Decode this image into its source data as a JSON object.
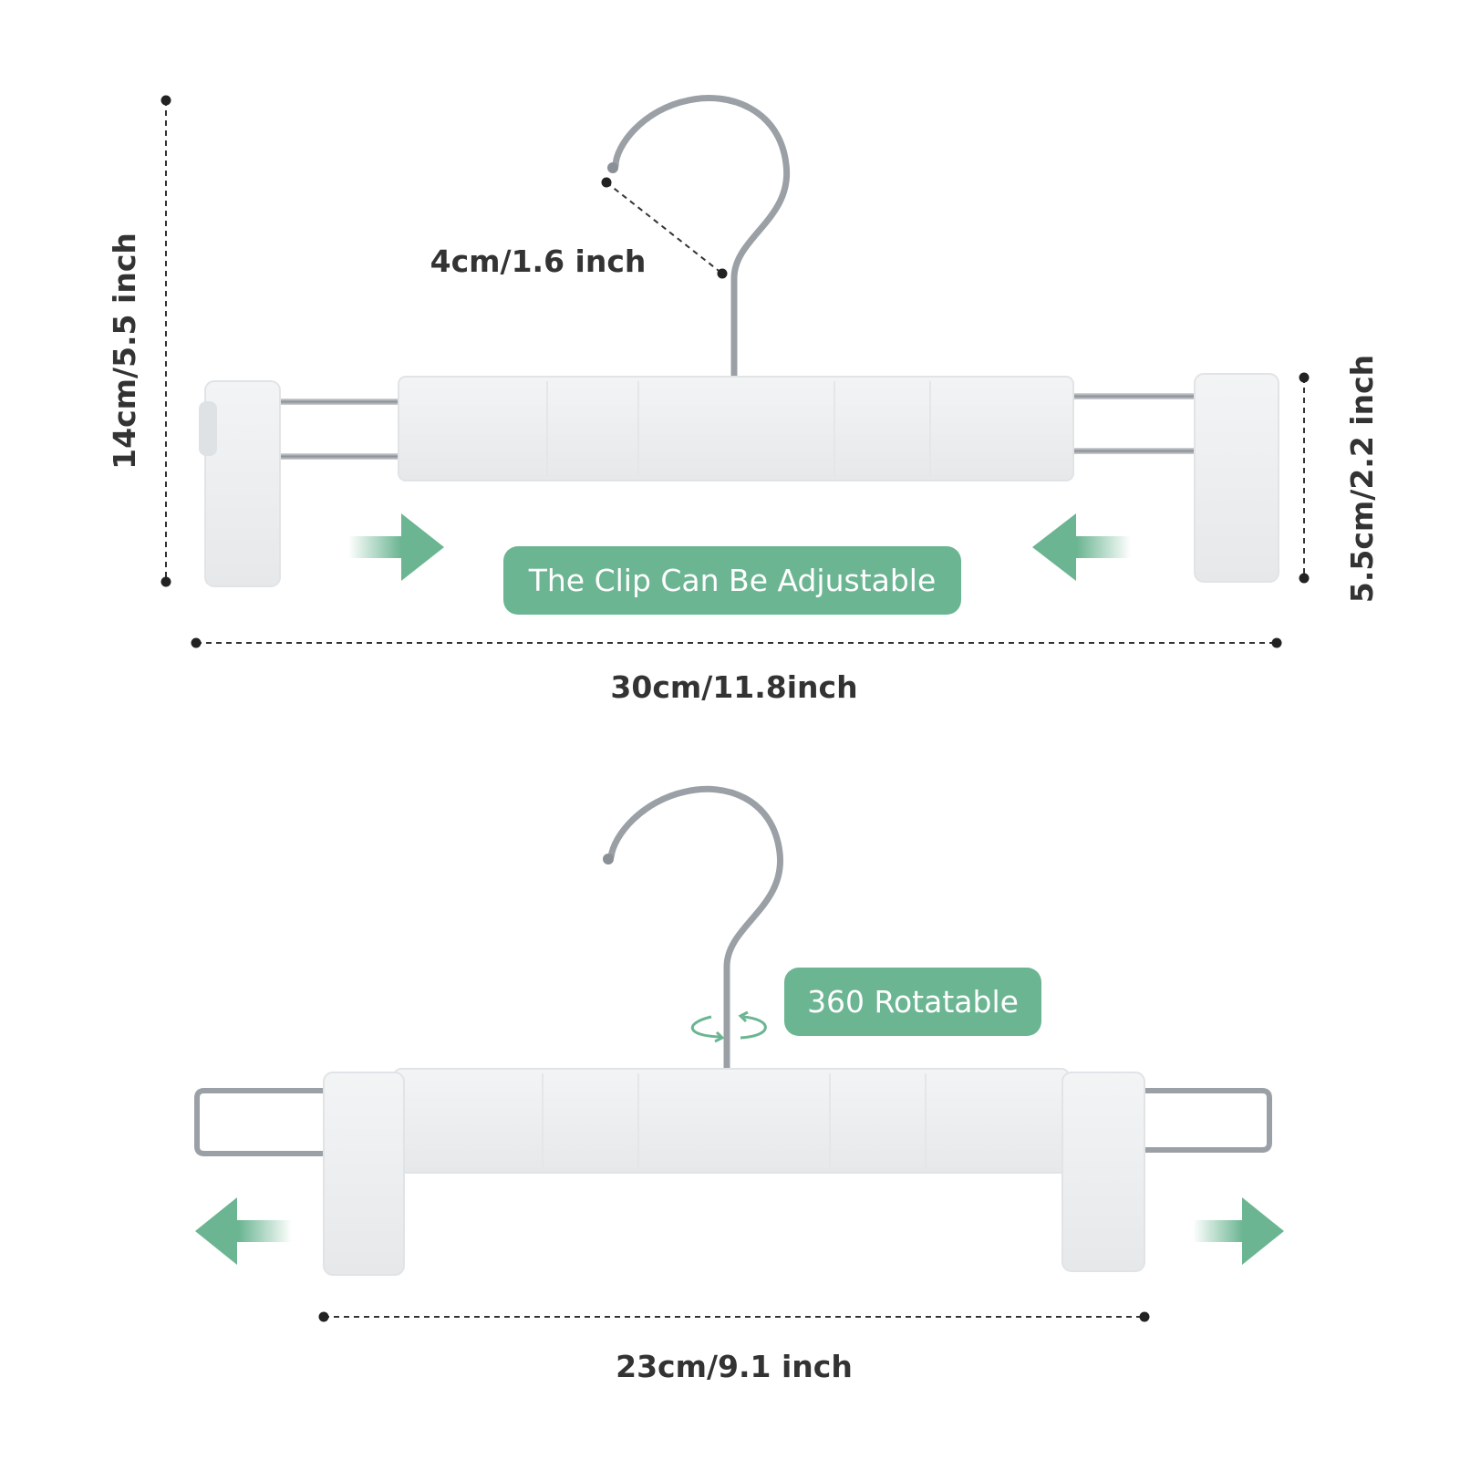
{
  "colors": {
    "accent": "#6BB592",
    "text": "#333333",
    "hook": "#a9aeb3",
    "plastic": "#eef0f1"
  },
  "top_hanger": {
    "badge": "The Clip Can Be Adjustable",
    "height_label": "14cm/5.5 inch",
    "hook_label": "4cm/1.6 inch",
    "clip_label": "5.5cm/2.2 inch",
    "width_label": "30cm/11.8inch"
  },
  "bottom_hanger": {
    "badge": "360 Rotatable",
    "width_label": "23cm/9.1 inch"
  }
}
